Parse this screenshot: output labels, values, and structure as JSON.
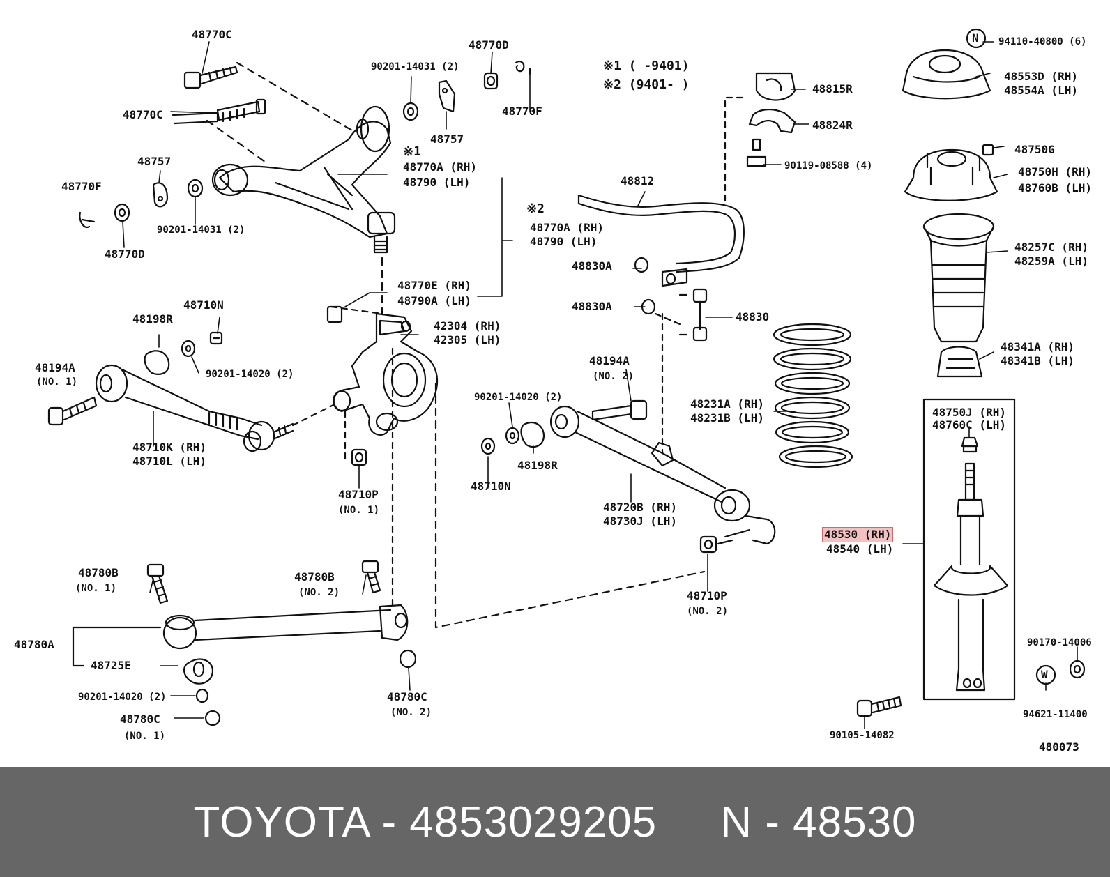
{
  "notes": {
    "note1": "※1 (    -9401)",
    "note2": "※2 (9401-    )"
  },
  "labels": {
    "l48770C_top": "48770C",
    "l48770C_mid": "48770C",
    "l90201_14031_top": "90201-14031 (2)",
    "l48770D_top": "48770D",
    "l48770F_top": "48770F",
    "l48757_top": "48757",
    "l48770A_1": "※1",
    "l48770A_rh": "48770A (RH)",
    "l48790_lh": "48790  (LH)",
    "l48757_left": "48757",
    "l48770F_left": "48770F",
    "l90201_14031_left": "90201-14031 (2)",
    "l48770D_left": "48770D",
    "l2_mark": "※2",
    "l48770A_rh_2": "48770A (RH)",
    "l48790_lh_2": "48790  (LH)",
    "l48770E_rh": "48770E (RH)",
    "l48790A_lh": "48790A (LH)",
    "l48710N_top": "48710N",
    "l48198R_left": "48198R",
    "l42304_rh": "42304 (RH)",
    "l42305_lh": "42305 (LH)",
    "l48194A_left": "48194A",
    "l48194A_left_no": "(NO. 1)",
    "l90201_14020_left": "90201-14020 (2)",
    "l48710K_rh": "48710K (RH)",
    "l48710L_lh": "48710L (LH)",
    "l48710P_no1": "48710P",
    "l48710P_no1_no": "(NO. 1)",
    "l48812": "48812",
    "l48815R": "48815R",
    "l48824R": "48824R",
    "l90119_08588": "90119-08588 (4)",
    "l48830A_1": "48830A",
    "l48830A_2": "48830A",
    "l48830": "48830",
    "l48194A_right": "48194A",
    "l48194A_right_no": "(NO. 2)",
    "l90201_14020_right": "90201-14020 (2)",
    "l48198R_right": "48198R",
    "l48710N_right": "48710N",
    "l48720B_rh": "48720B (RH)",
    "l48730J_lh": "48730J (LH)",
    "l48710P_no2": "48710P",
    "l48710P_no2_no": "(NO. 2)",
    "l94110_40800": "94110-40800 (6)",
    "l48553D_rh": "48553D (RH)",
    "l48554A_lh": "48554A (LH)",
    "l48750G": "48750G",
    "l48750H_rh": "48750H (RH)",
    "l48760B_lh": "48760B (LH)",
    "l48257C_rh": "48257C (RH)",
    "l48259A_lh": "48259A (LH)",
    "l48341A_rh": "48341A (RH)",
    "l48341B_lh": "48341B (LH)",
    "l48231A_rh": "48231A (RH)",
    "l48231B_lh": "48231B (LH)",
    "l48750J_rh": "48750J (RH)",
    "l48760C_lh": "48760C (LH)",
    "l48530_rh": "48530 (RH)",
    "l48540_lh": "48540 (LH)",
    "l90170_14006": "90170-14006",
    "l94621_11400": "94621-11400",
    "l90105_14082": "90105-14082",
    "l480073": "480073",
    "l48780B_no1": "48780B",
    "l48780B_no1_no": "(NO. 1)",
    "l48780B_no2": "48780B",
    "l48780B_no2_no": "(NO. 2)",
    "l48780A": "48780A",
    "l48725E": "48725E",
    "l90201_14020_bottom": "90201-14020 (2)",
    "l48780C_no1": "48780C",
    "l48780C_no1_no": "(NO. 1)",
    "l48780C_no2": "48780C",
    "l48780C_no2_no": "(NO. 2)"
  },
  "circle_marks": {
    "n": "N",
    "w": "W"
  },
  "footer": {
    "text": "TOYOTA - 4853029205     N - 48530"
  },
  "colors": {
    "highlight": "#f2c2c2",
    "footer_bg": "#666666"
  }
}
